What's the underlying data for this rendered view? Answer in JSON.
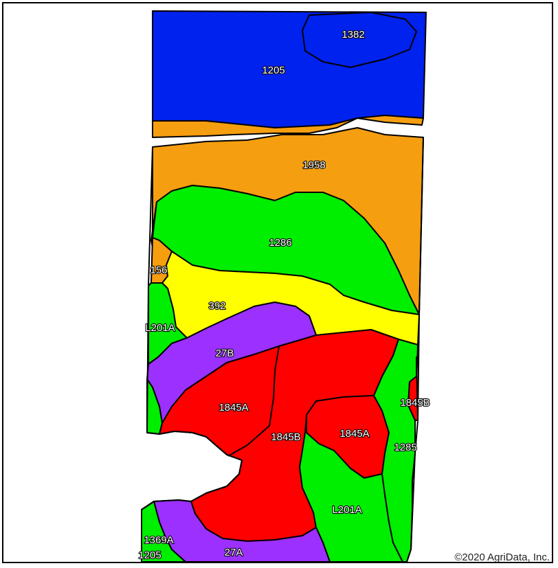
{
  "colors": {
    "blue": "#0022ee",
    "orange": "#f59e10",
    "green": "#00ee00",
    "yellow": "#ffff00",
    "purple": "#9b30ff",
    "red": "#ff0000"
  },
  "map": {
    "soil_labels": {
      "l1382": "1382",
      "l1205_top": "1205",
      "l1958": "1958",
      "l1286": "1286",
      "l156": "156",
      "l392": "392",
      "l201a_left": "L201A",
      "l27b": "27B",
      "l1845b_right": "1845B",
      "l1845a_left": "1845A",
      "l1845b_center": "1845B",
      "l1845a_center": "1845A",
      "l1285": "1285",
      "l201a_bottom": "L201A",
      "l1369a": "1369A",
      "l1205_bottom": "1205",
      "l27a": "27A"
    },
    "copyright": "©2020 AgriData, Inc."
  }
}
